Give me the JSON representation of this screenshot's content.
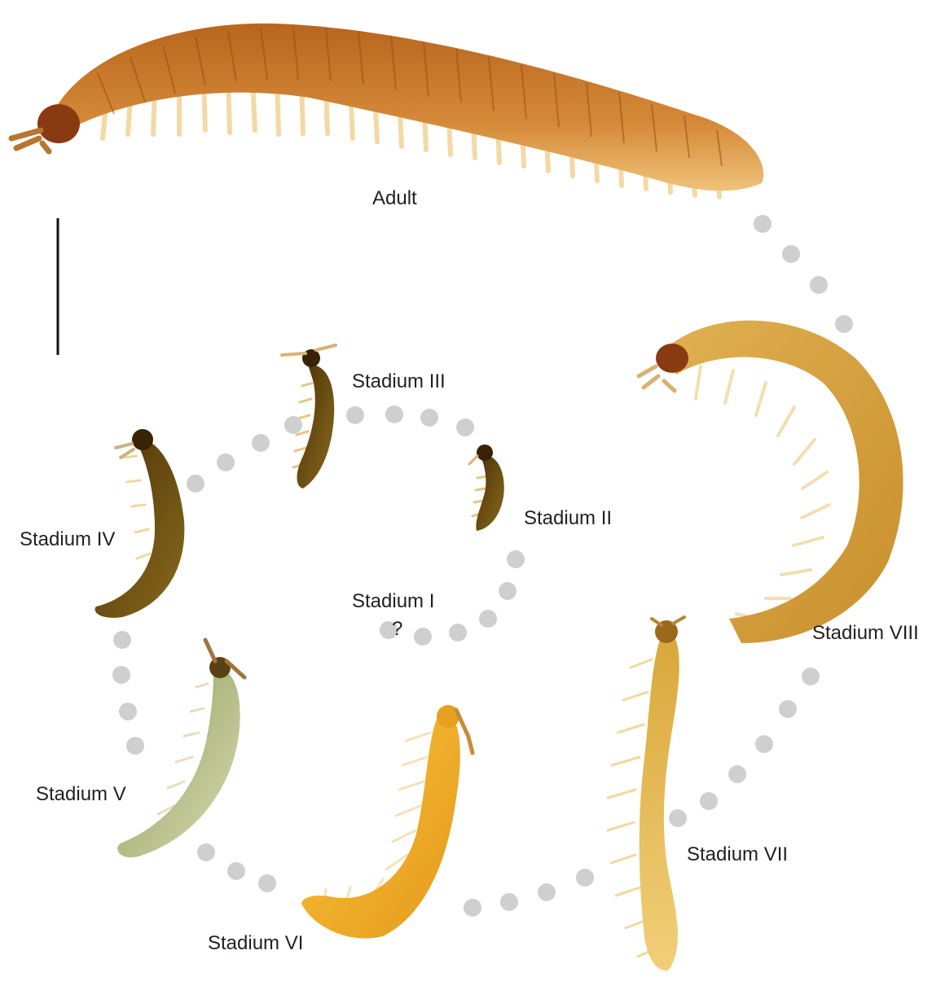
{
  "labels": {
    "adult": "Adult",
    "stadium_i": "Stadium I",
    "stadium_i_mark": "?",
    "stadium_ii": "Stadium II",
    "stadium_iii": "Stadium III",
    "stadium_iv": "Stadium IV",
    "stadium_v": "Stadium V",
    "stadium_vi": "Stadium VI",
    "stadium_vii": "Stadium VII",
    "stadium_viii": "Stadium VIII"
  },
  "colors": {
    "background": "#ffffff",
    "dots": "#cfcfcf",
    "scale_bar": "#111111",
    "text": "#231f20",
    "adult_body": "#c8782a",
    "stadium_ii_iv_body": "#6b4a12",
    "stadium_v_body": "#b9c08a",
    "stadium_vi_body": "#f0b42c",
    "stadium_vii_body": "#e0b44a",
    "stadium_viii_body": "#dba640"
  }
}
